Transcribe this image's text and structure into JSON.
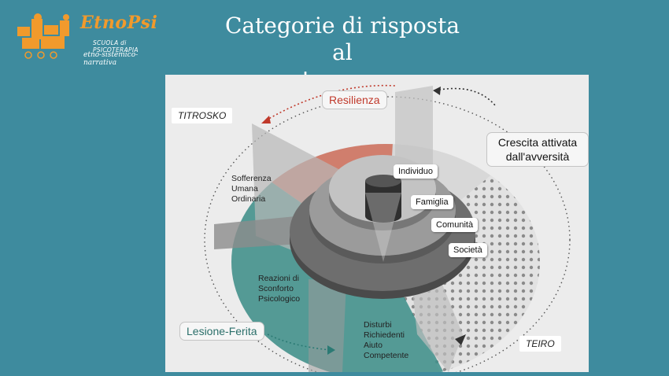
{
  "logo": {
    "name": "EtnoPsi",
    "subtitle": "SCUOLA di PSICOTERAPIA",
    "tagline": "etno-sistemico-narrativa"
  },
  "title": {
    "line1": "Categorie di risposta al",
    "line2": "trauma"
  },
  "diagram": {
    "corner_labels": {
      "top_left": "TITROSKO",
      "bottom_right": "TEIRO"
    },
    "outcomes": {
      "resilience": "Resilienza",
      "growth_line1": "Crescita attivata",
      "growth_line2": "dall'avversità",
      "injury": "Lesione-Ferita"
    },
    "levels": [
      "Individuo",
      "Famiglia",
      "Comunità",
      "Società"
    ],
    "categories": {
      "ordinary": [
        "Sofferenza",
        "Umana",
        "Ordinaria"
      ],
      "distress": [
        "Reazioni di",
        "Sconforto",
        "Psicologico"
      ],
      "disorders": [
        "Disturbi",
        "Richiedenti",
        "Aiuto",
        "Competente"
      ]
    },
    "colors": {
      "resilience": "#cf6f5b",
      "injury": "#3d8f8a",
      "background": "#3e8b9e",
      "logo_orange": "#f19a2c"
    }
  }
}
